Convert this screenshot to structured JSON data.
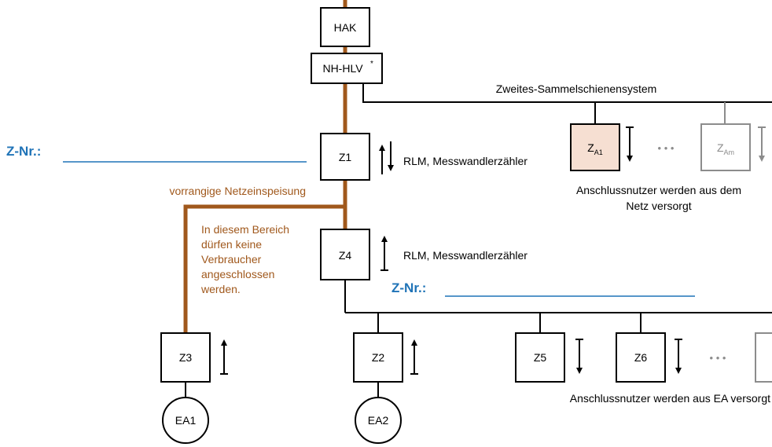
{
  "colors": {
    "line": "#000000",
    "feed": "#a0581c",
    "label_blue": "#1f73b7",
    "grey": "#8c8c8c",
    "highlight_fill": "#f6dfd2"
  },
  "nodes": {
    "hak": "HAK",
    "nh_hlv": "NH-HLV",
    "nh_hlv_sup": "*",
    "z1": "Z1",
    "z4": "Z4",
    "z3": "Z3",
    "z2": "Z2",
    "z5": "Z5",
    "z6": "Z6",
    "za1_base": "Z",
    "za1_sub": "A1",
    "zam_base": "Z",
    "zam_sub": "Am",
    "ea1": "EA1",
    "ea2": "EA2"
  },
  "labels": {
    "znr_left": "Z-Nr.:",
    "znr_mid": "Z-Nr.:",
    "z1_meter": "RLM, Messwandlerzähler",
    "z4_meter": "RLM, Messwandlerzähler",
    "second_busbar": "Zweites-Sammelschienensystem",
    "supplied_grid_line1": "Anschlussnutzer werden aus dem",
    "supplied_grid_line2": "Netz versorgt",
    "priority_feed": "vorrangige Netzeinspeisung",
    "no_consumers": [
      "In diesem Bereich",
      "dürfen keine",
      "Verbraucher",
      "angeschlossen",
      "werden."
    ],
    "supplied_ea": "Anschlussnutzer werden aus EA versorgt",
    "ellipsis": "• • •"
  }
}
